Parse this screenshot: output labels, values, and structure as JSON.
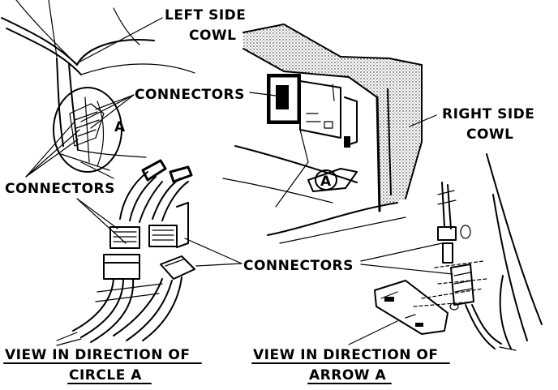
{
  "labels": {
    "left_side_cowl_1": "LEFT SIDE",
    "left_side_cowl_2": "COWL",
    "right_side_cowl_1": "RIGHT SIDE",
    "right_side_cowl_2": "COWL",
    "connectors_top": "CONNECTORS",
    "connectors_left": "CONNECTORS",
    "connectors_bottom": "CONNECTORS",
    "circle_a_marker": "A",
    "arrow_a_marker": "A"
  },
  "captions": {
    "circle_view_1": "VIEW IN DIRECTION OF",
    "circle_view_2": "CIRCLE A",
    "arrow_view_1": "VIEW IN DIRECTION OF",
    "arrow_view_2": "ARROW A"
  }
}
